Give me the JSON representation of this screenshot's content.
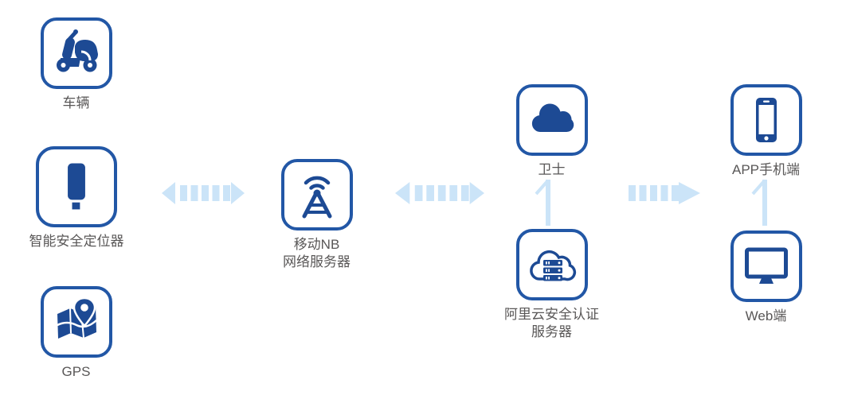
{
  "diagram": {
    "description": "IoT vehicle tracking architecture diagram",
    "nodes": {
      "vehicle": {
        "label": "车辆",
        "icon": "scooter-icon"
      },
      "locator": {
        "label": "智能安全定位器",
        "icon": "usb-tracker-icon"
      },
      "gps": {
        "label": "GPS",
        "icon": "map-pin-icon"
      },
      "nb_server": {
        "label": "移动NB\n网络服务器",
        "icon": "antenna-tower-icon"
      },
      "guardian": {
        "label": "卫士",
        "icon": "cloud-icon"
      },
      "aliyun_auth": {
        "label": "阿里云安全认证\n服务器",
        "icon": "cloud-server-icon"
      },
      "app_mobile": {
        "label": "APP手机端",
        "icon": "smartphone-icon"
      },
      "web": {
        "label": "Web端",
        "icon": "monitor-icon"
      }
    },
    "connections": [
      {
        "from": "locator",
        "to": "nb_server",
        "style": "dashed-double-headed-horizontal"
      },
      {
        "from": "nb_server",
        "to": "guardian",
        "style": "dashed-double-headed-horizontal"
      },
      {
        "from": "guardian",
        "to": "app_mobile",
        "style": "dashed-right-arrow-horizontal"
      },
      {
        "from": "aliyun_auth",
        "to": "guardian",
        "style": "up-arrow-vertical"
      },
      {
        "from": "web",
        "to": "app_mobile",
        "style": "up-arrow-vertical"
      }
    ],
    "colors": {
      "icon_border": "#2257a6",
      "icon_glyph": "#1d4a94",
      "arrow": "#cbe4f8",
      "label_text": "#595757",
      "background": "#ffffff"
    }
  }
}
